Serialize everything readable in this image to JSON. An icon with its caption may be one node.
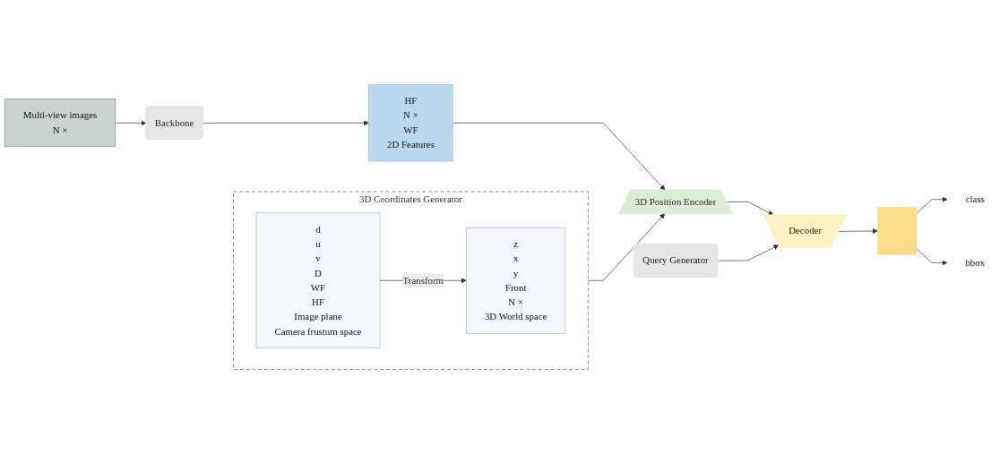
{
  "diagram": {
    "nodes": [
      {
        "text": [
          "Multi-view images",
          "N ×"
        ]
      },
      {
        "text": [
          "Backbone"
        ]
      },
      {
        "text": [
          "HF",
          "N ×",
          "WF",
          "2D Features"
        ]
      },
      {
        "text": [
          "3D Coordinates Generator"
        ]
      },
      {
        "text": [
          "d",
          "u",
          "v",
          "D",
          "WF",
          "HF",
          "Image plane",
          "Camera frustum space"
        ],
        "in": 3
      },
      {
        "text": [
          "z",
          "x",
          "y",
          "Front",
          "N ×",
          "3D World space"
        ],
        "in": 3
      },
      {
        "text": [
          "3D Position Encoder"
        ]
      },
      {
        "text": [
          "Decoder"
        ]
      },
      {
        "text": [],
        "shape": "bar"
      },
      {
        "text": [
          "class"
        ]
      },
      {
        "text": [
          "bbox"
        ]
      },
      {
        "text": [
          "Query Generator"
        ]
      }
    ],
    "edges": [
      {
        "from": 0,
        "to": 1,
        "arrow": "to"
      },
      {
        "from": 1,
        "to": 2,
        "arrow": "to"
      },
      {
        "from": 2,
        "to": 6,
        "arrow": "to"
      },
      {
        "from": 4,
        "to": 5,
        "arrow": "to",
        "label": "Transform"
      },
      {
        "from": 3,
        "to": 6,
        "arrow": "to"
      },
      {
        "from": 6,
        "to": 7,
        "arrow": "to"
      },
      {
        "from": 7,
        "to": 8,
        "arrow": "to"
      },
      {
        "from": 8,
        "to": 9,
        "arrow": "to"
      },
      {
        "from": 8,
        "to": 10,
        "arrow": "to"
      },
      {
        "from": 11,
        "to": 7,
        "arrow": "to"
      }
    ]
  }
}
